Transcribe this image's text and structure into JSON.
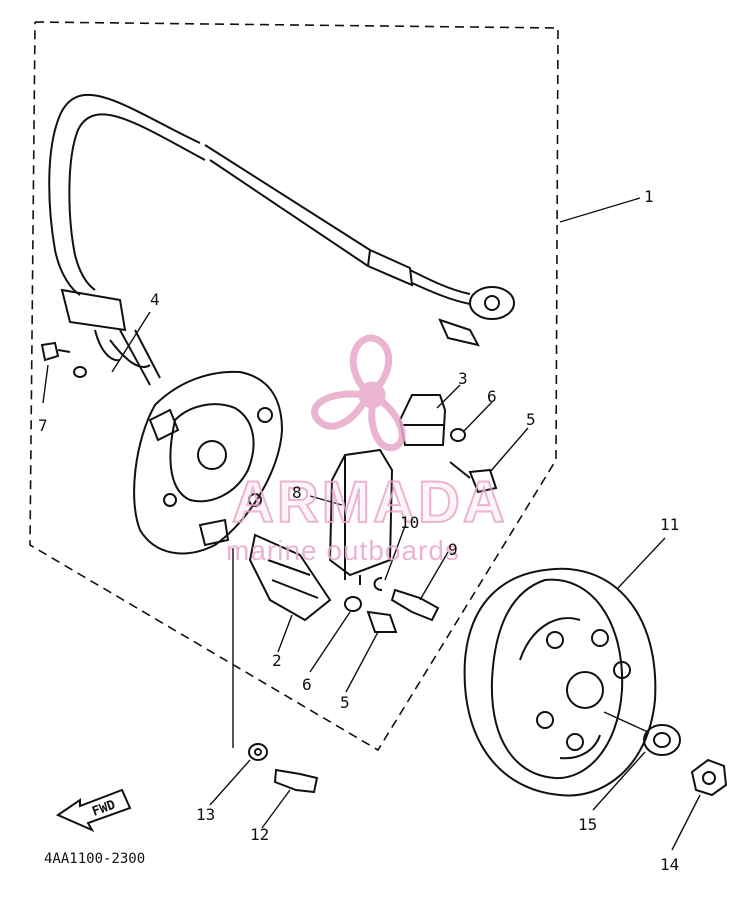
{
  "callouts": {
    "c1": "1",
    "c2": "2",
    "c3": "3",
    "c4": "4",
    "c5a": "5",
    "c5b": "5",
    "c6a": "6",
    "c6b": "6",
    "c7": "7",
    "c8": "8",
    "c9": "9",
    "c10": "10",
    "c11": "11",
    "c12": "12",
    "c13": "13",
    "c14": "14",
    "c15": "15"
  },
  "fwd_label": "FWD",
  "diagram_code": "4AA1100-2300",
  "watermark": {
    "title": "ARMADA",
    "subtitle": "marine outboards",
    "color": "#e8a7c8"
  },
  "colors": {
    "line": "#111111",
    "accent": "#e8a7c8"
  }
}
